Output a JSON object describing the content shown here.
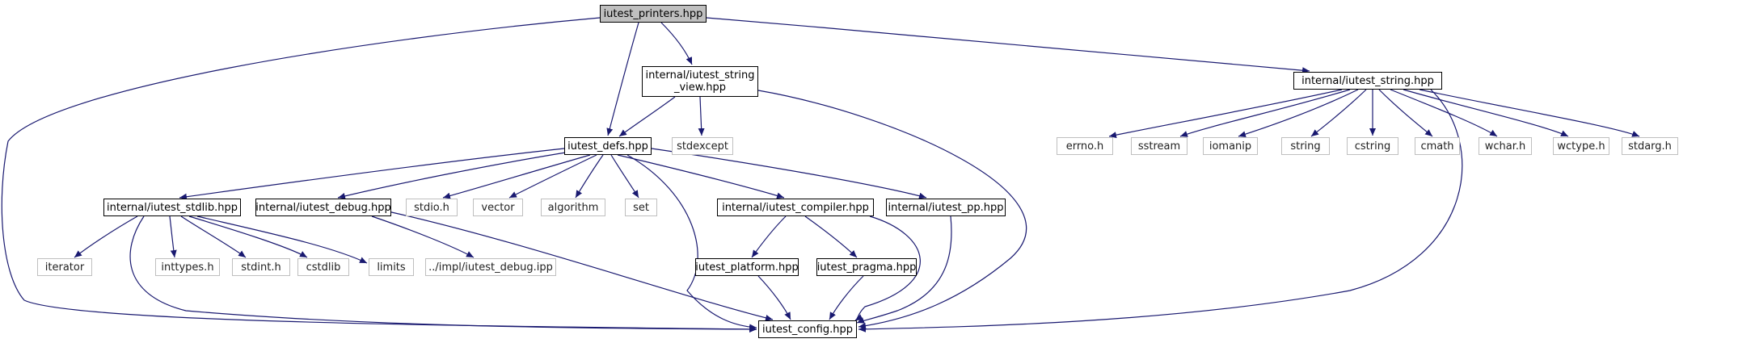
{
  "graph": {
    "edge_color": "#191970",
    "nodes": {
      "printers": "iutest_printers.hpp",
      "string_view": "internal/iutest_string\n_view.hpp",
      "string": "internal/iutest_string.hpp",
      "defs": "iutest_defs.hpp",
      "stdexcept": "stdexcept",
      "errno": "errno.h",
      "sstream": "sstream",
      "iomanip": "iomanip",
      "string_std": "string",
      "cstring": "cstring",
      "cmath": "cmath",
      "wchar": "wchar.h",
      "wctype": "wctype.h",
      "stdarg": "stdarg.h",
      "stdlib_hpp": "internal/iutest_stdlib.hpp",
      "debug_hpp": "internal/iutest_debug.hpp",
      "stdio": "stdio.h",
      "vector": "vector",
      "algorithm": "algorithm",
      "set": "set",
      "compiler": "internal/iutest_compiler.hpp",
      "pp": "internal/iutest_pp.hpp",
      "iterator": "iterator",
      "inttypes": "inttypes.h",
      "stdint": "stdint.h",
      "cstdlib": "cstdlib",
      "limits": "limits",
      "debug_ipp": "../impl/iutest_debug.ipp",
      "platform": "iutest_platform.hpp",
      "pragma": "iutest_pragma.hpp",
      "config": "iutest_config.hpp"
    }
  }
}
